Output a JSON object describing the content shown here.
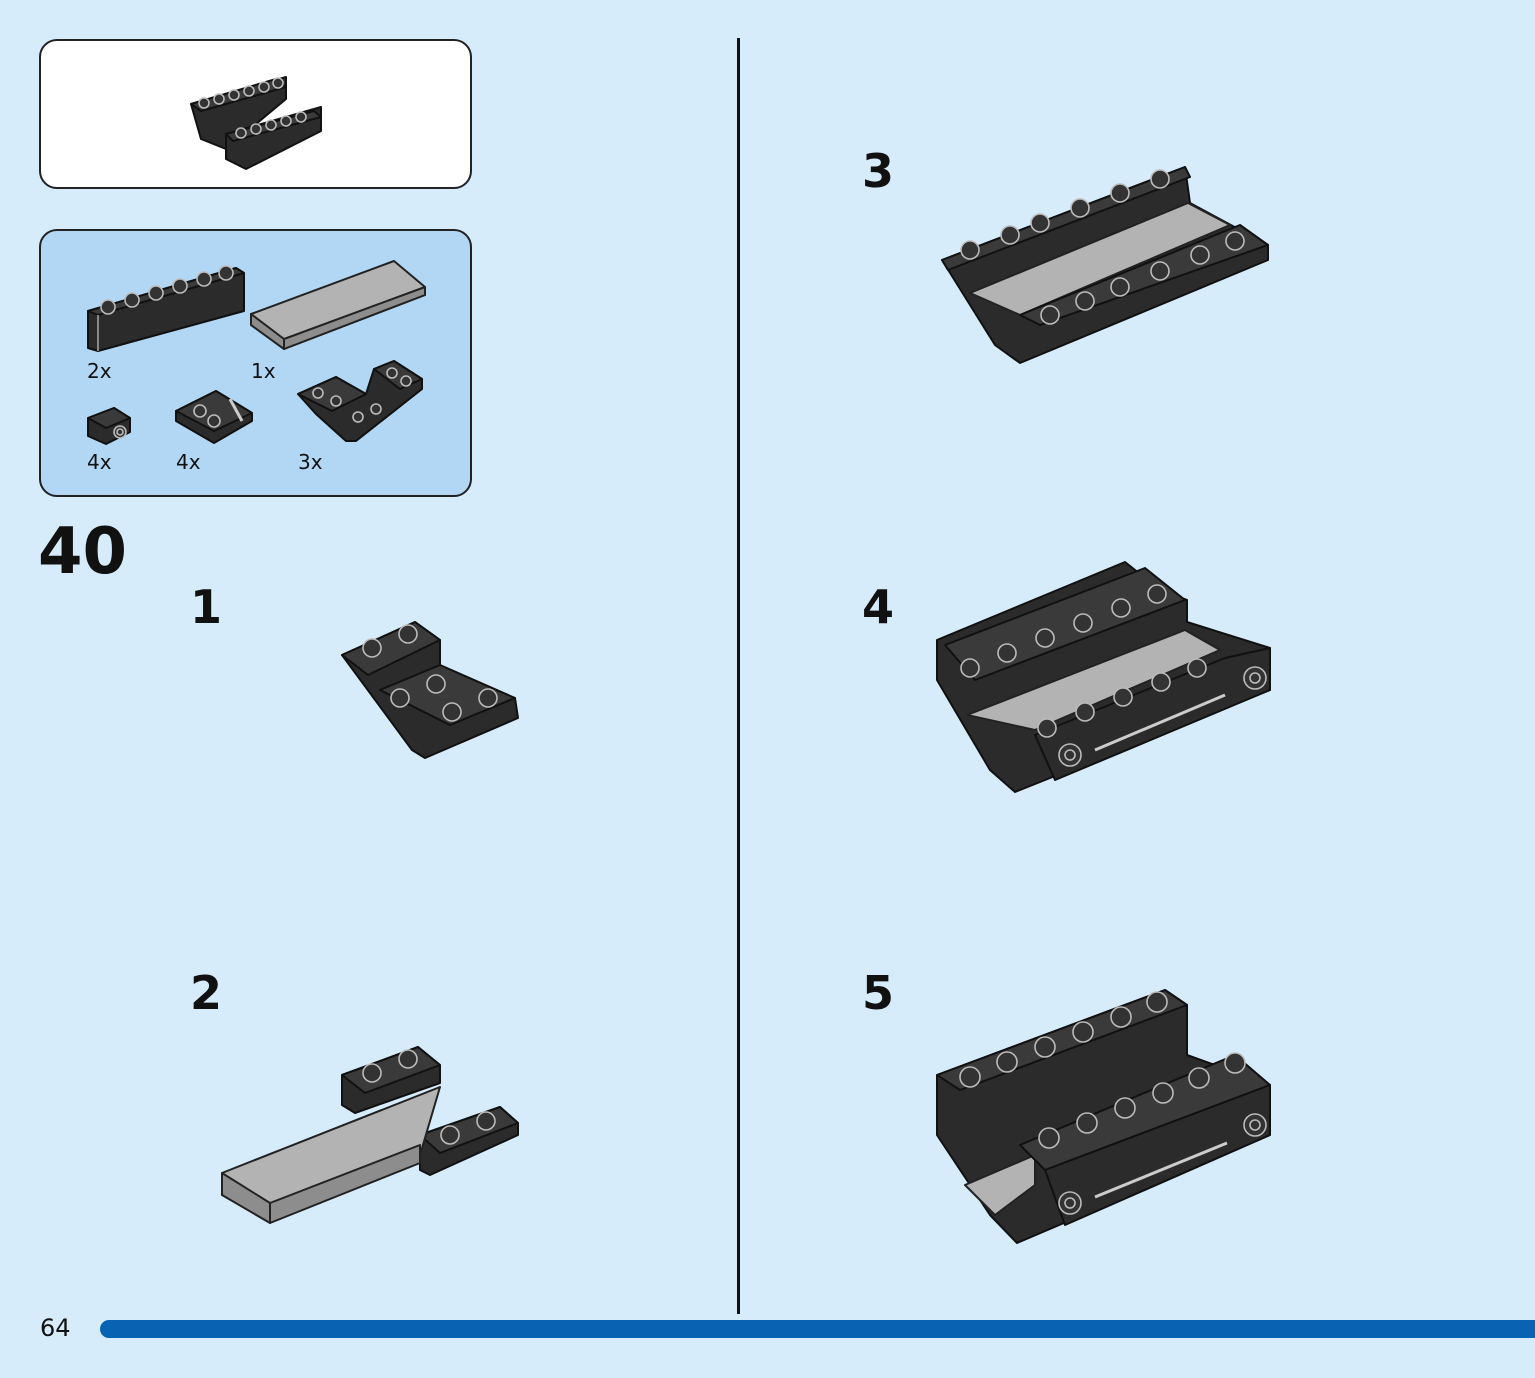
{
  "parts": {
    "brick_qty": "2x",
    "tile_qty": "1x",
    "clip_qty": "4x",
    "plate_clip_qty": "4x",
    "slope_qty": "3x"
  },
  "steps": {
    "main": "40",
    "sub": [
      "1",
      "2",
      "3",
      "4",
      "5"
    ]
  },
  "footer": {
    "page_number": "64",
    "accent": "#0a63b2"
  },
  "colors": {
    "background": "#d6ecfb",
    "parts_panel": "#b2d7f5",
    "brick": "#2b2b2b",
    "tile": "#b3b3b3"
  }
}
